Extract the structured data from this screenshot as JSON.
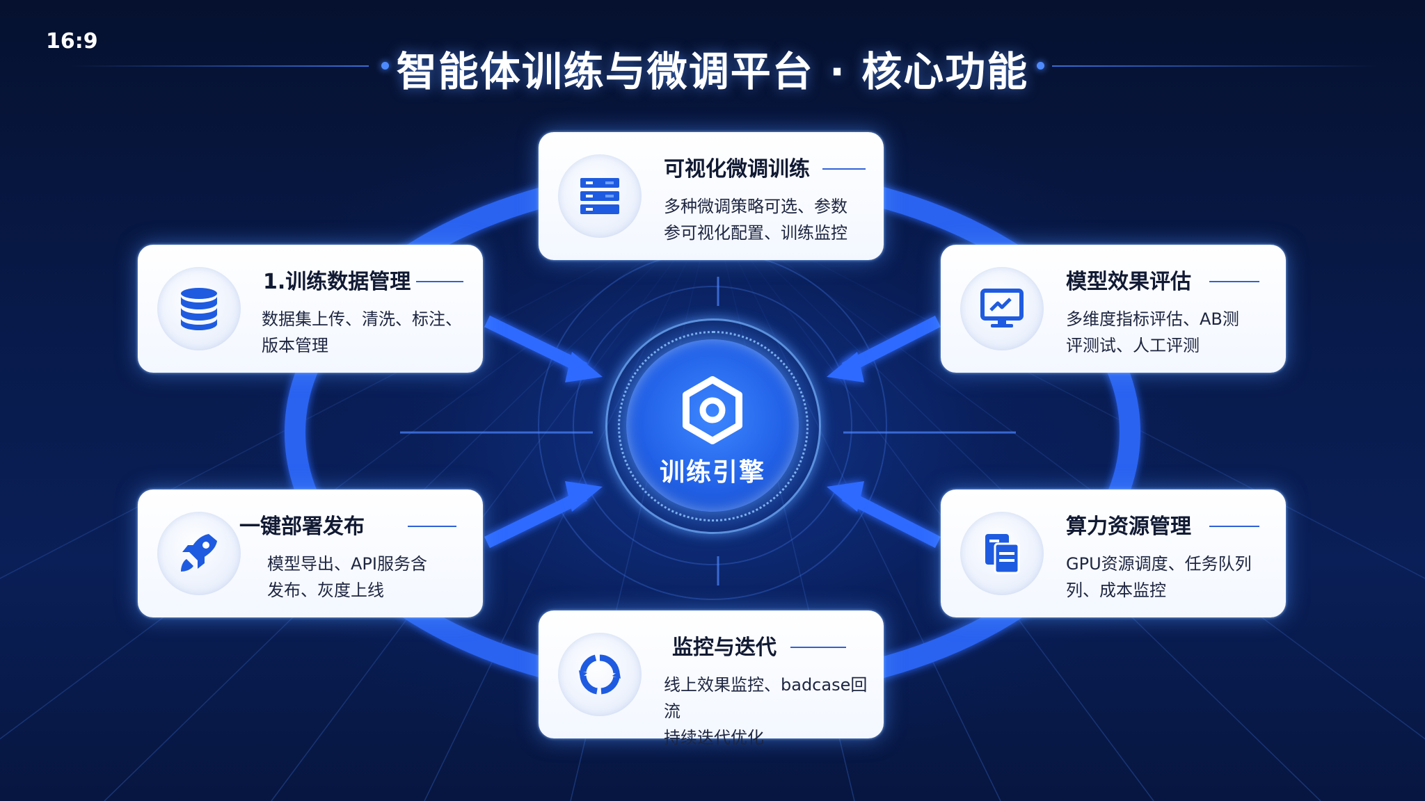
{
  "aspect_label": "16:9",
  "title": "智能体训练与微调平台 · 核心功能",
  "center": {
    "label": "训练引擎",
    "icon": "hexagon-engine-icon"
  },
  "cards": {
    "visual_tuning": {
      "title": "可视化微调训练",
      "desc_line1": "多种微调策略可选、参数",
      "desc_line2": "参可视化配置、训练监控",
      "icon": "server-rack-icon"
    },
    "data_management": {
      "title": "1.训练数据管理",
      "desc_line1": "数据集上传、清洗、标注、",
      "desc_line2": "版本管理",
      "icon": "database-icon"
    },
    "model_evaluation": {
      "title": "模型效果评估",
      "desc_line1": "多维度指标评估、AB测",
      "desc_line2": "评测试、人工评测",
      "icon": "monitor-chart-icon"
    },
    "deploy": {
      "title": "一键部署发布",
      "desc_line1": "模型导出、API服务含",
      "desc_line2": "发布、灰度上线",
      "icon": "rocket-icon"
    },
    "compute": {
      "title": "算力资源管理",
      "desc_line1": "GPU资源调度、任务队列",
      "desc_line2": "列、成本监控",
      "icon": "document-stack-icon"
    },
    "monitor": {
      "title": "监控与迭代",
      "desc_line1": "线上效果监控、badcase回流",
      "desc_line2": "持续迭代优化",
      "icon": "refresh-cycle-icon"
    }
  },
  "colors": {
    "background": "#061338",
    "accent": "#2f62d8",
    "engine": "#2262e8",
    "card": "#ffffff"
  }
}
